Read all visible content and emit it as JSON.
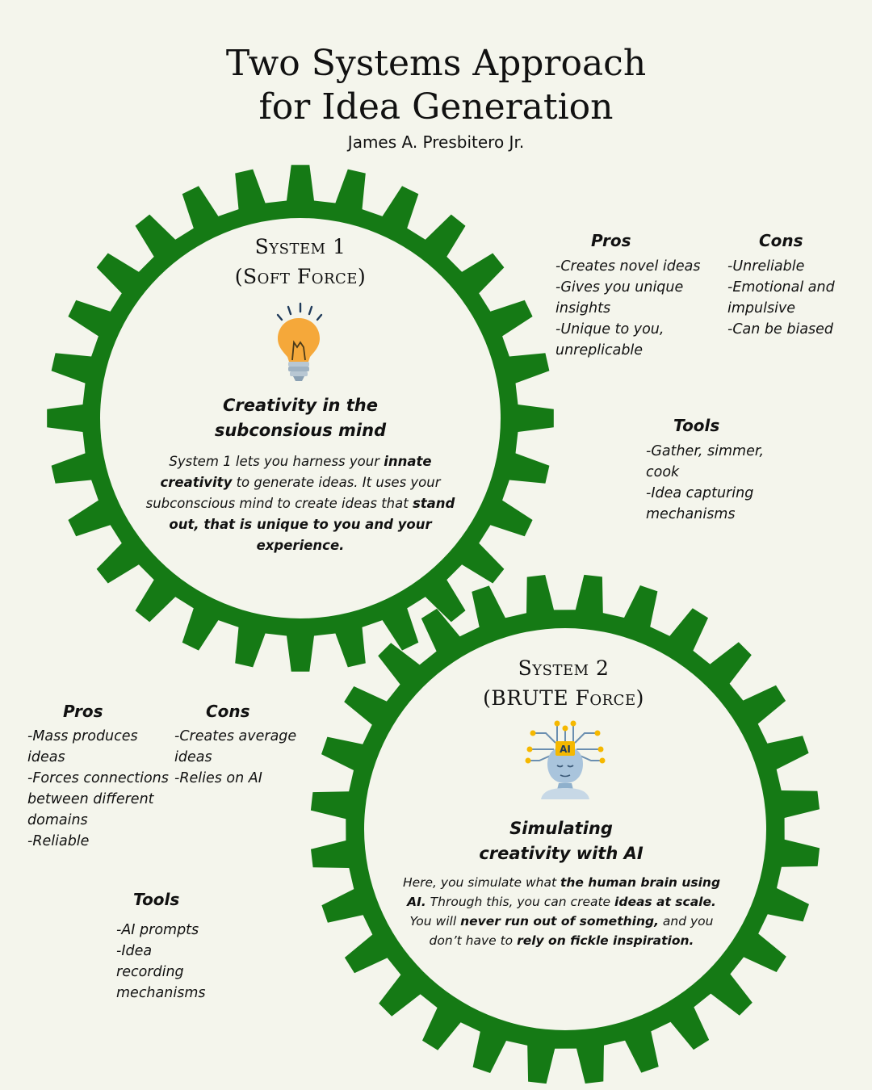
{
  "title_line1": "Two Systems Approach",
  "title_line2": "for Idea Generation",
  "author": "James A. Presbitero Jr.",
  "colors": {
    "gear": "#157a15",
    "background": "#f4f5ec",
    "bulb": "#f5a83a"
  },
  "system1": {
    "title_line1": "System 1",
    "title_line2": "(Soft Force)",
    "icon": "lightbulb-icon",
    "heading_line1": "Creativity in the",
    "heading_line2": "subconsious mind",
    "body": [
      {
        "t": "System 1 lets you harness your ",
        "b": false
      },
      {
        "t": "innate creativity",
        "b": true
      },
      {
        "t": " to generate ideas. It uses your subconscious mind to create ideas that ",
        "b": false
      },
      {
        "t": "stand out, that is unique to you and your experience.",
        "b": true
      }
    ],
    "pros_label": "Pros",
    "pros": [
      "-Creates novel ideas",
      "-Gives you unique insights",
      "-Unique to you, unreplicable"
    ],
    "cons_label": "Cons",
    "cons": [
      "-Unreliable",
      "-Emotional and impulsive",
      "-Can be biased"
    ],
    "tools_label": "Tools",
    "tools": [
      "-Gather, simmer, cook",
      "-Idea capturing mechanisms"
    ]
  },
  "system2": {
    "title_line1": "System 2",
    "title_line2": "(BRUTE Force)",
    "icon": "ai-head-icon",
    "ai_badge": "AI",
    "heading_line1": "Simulating",
    "heading_line2": "creativity with AI",
    "body": [
      {
        "t": "Here, you simulate what ",
        "b": false
      },
      {
        "t": "the human brain using AI.",
        "b": true
      },
      {
        "t": " Through this, you can create ",
        "b": false
      },
      {
        "t": "ideas at scale.",
        "b": true
      },
      {
        "t": " You will ",
        "b": false
      },
      {
        "t": "never run out of something,",
        "b": true
      },
      {
        "t": " and you don’t have to ",
        "b": false
      },
      {
        "t": "rely on fickle inspiration.",
        "b": true
      }
    ],
    "pros_label": "Pros",
    "pros": [
      "-Mass produces ideas",
      "-Forces connections between different domains",
      "-Reliable"
    ],
    "cons_label": "Cons",
    "cons": [
      "-Creates average ideas",
      "-Relies on AI"
    ],
    "tools_label": "Tools",
    "tools": [
      "-AI prompts",
      "-Idea recording mechanisms"
    ]
  }
}
